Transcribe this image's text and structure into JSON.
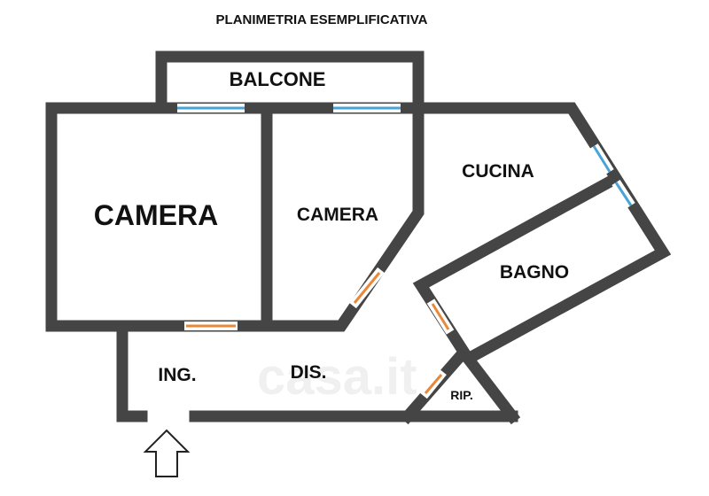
{
  "title": "PLANIMETRIA ESEMPLIFICATIVA",
  "rooms": {
    "balcone": "BALCONE",
    "camera_large": "CAMERA",
    "camera_small": "CAMERA",
    "cucina": "CUCINA",
    "bagno": "BAGNO",
    "ingresso": "ING.",
    "disimpegno": "DIS.",
    "ripostiglio": "RIP."
  },
  "watermark": "casa.it",
  "colors": {
    "wall": "#454545",
    "window": "#4aa3d6",
    "door": "#e8893a"
  }
}
